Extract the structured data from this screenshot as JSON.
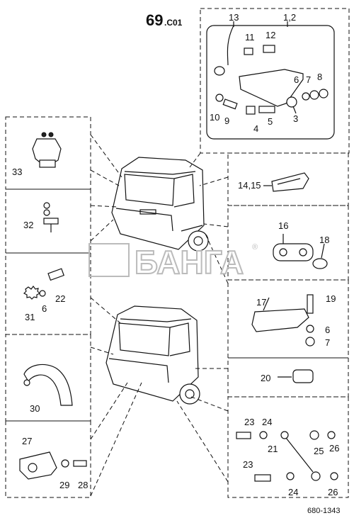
{
  "page": {
    "number": "69",
    "suffix": ".C01",
    "footer": "680-1343"
  },
  "watermark": {
    "text": "БАНГА",
    "reg": "®"
  },
  "labels": {
    "p13": "13",
    "p1_2": "1,2",
    "p11": "11",
    "p12": "12",
    "p6a": "6",
    "p7a": "7",
    "p8": "8",
    "p10": "10",
    "p9": "9",
    "p4": "4",
    "p5": "5",
    "p3": "3",
    "p33": "33",
    "p14_15": "14,15",
    "p32": "32",
    "p16": "16",
    "p18": "18",
    "p22": "22",
    "p31": "31",
    "p6b": "6",
    "p17": "17",
    "p19": "19",
    "p6c": "6",
    "p7b": "7",
    "p20": "20",
    "p30": "30",
    "p23a": "23",
    "p24a": "24",
    "p21": "21",
    "p25": "25",
    "p26a": "26",
    "p27": "27",
    "p29": "29",
    "p28": "28",
    "p23b": "23",
    "p24b": "24",
    "p26b": "26"
  }
}
